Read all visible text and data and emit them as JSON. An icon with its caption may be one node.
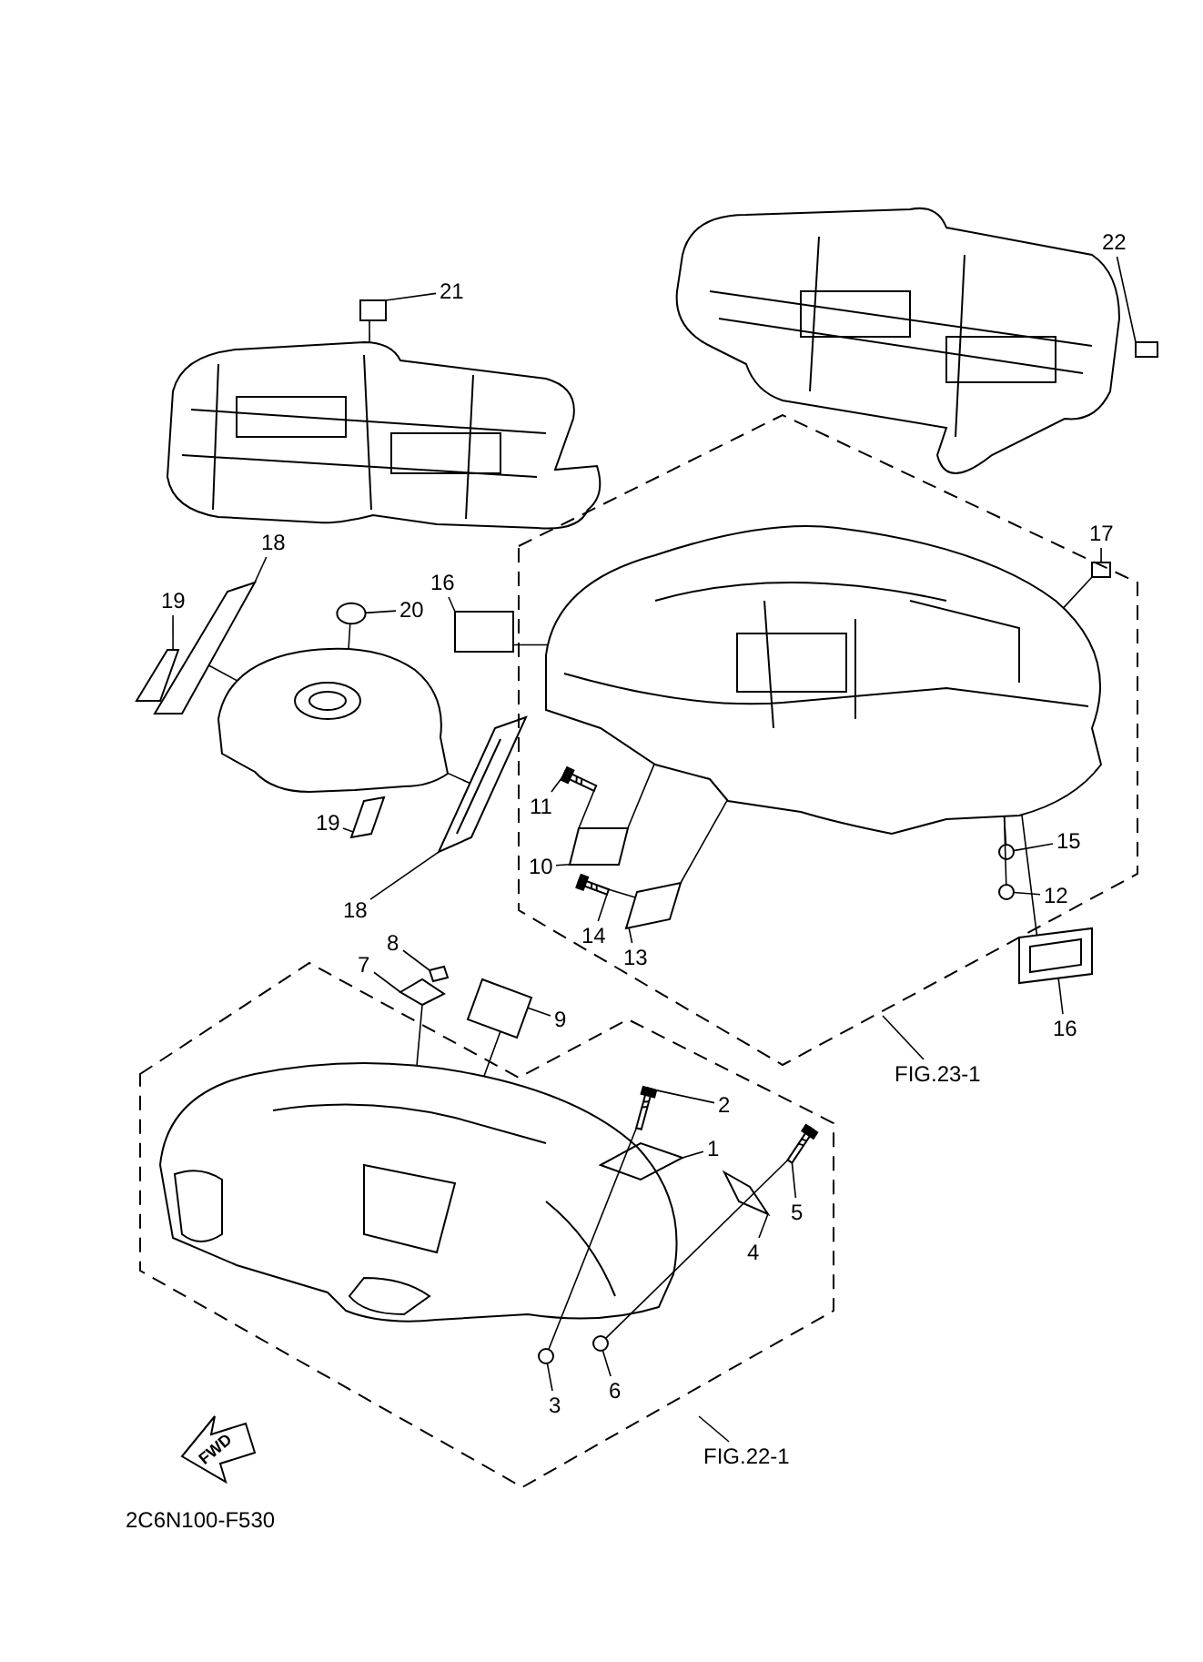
{
  "diagram": {
    "nodes": [
      {
        "text": [
          "21"
        ]
      },
      {
        "text": [
          "22"
        ]
      },
      {
        "text": [
          "18"
        ]
      },
      {
        "text": [
          "19"
        ]
      },
      {
        "text": [
          "20"
        ]
      },
      {
        "text": [
          "16"
        ]
      },
      {
        "text": [
          "17"
        ]
      },
      {
        "text": [
          "11"
        ]
      },
      {
        "text": [
          "10"
        ]
      },
      {
        "text": [
          "14"
        ]
      },
      {
        "text": [
          "13"
        ]
      },
      {
        "text": [
          "15"
        ]
      },
      {
        "text": [
          "12"
        ]
      },
      {
        "text": [
          "19"
        ]
      },
      {
        "text": [
          "18"
        ]
      },
      {
        "text": [
          "16"
        ]
      },
      {
        "text": [
          "FIG.23-1"
        ]
      },
      {
        "text": [
          "8"
        ]
      },
      {
        "text": [
          "7"
        ]
      },
      {
        "text": [
          "9"
        ]
      },
      {
        "text": [
          "2"
        ]
      },
      {
        "text": [
          "1"
        ]
      },
      {
        "text": [
          "5"
        ]
      },
      {
        "text": [
          "4"
        ]
      },
      {
        "text": [
          "3"
        ]
      },
      {
        "text": [
          "6"
        ]
      },
      {
        "text": [
          "FIG.22-1"
        ]
      },
      {
        "text": [],
        "shape": "box"
      },
      {
        "text": [],
        "shape": "box"
      },
      {
        "text": [],
        "shape": "picture"
      },
      {
        "text": [],
        "shape": "picture"
      },
      {
        "text": [],
        "shape": "circle"
      },
      {
        "text": [],
        "shape": "box"
      },
      {
        "text": [],
        "shape": "box"
      },
      {
        "text": [],
        "shape": "picture"
      },
      {
        "text": [],
        "shape": "picture"
      },
      {
        "text": [],
        "shape": "picture"
      },
      {
        "text": [],
        "shape": "picture"
      },
      {
        "text": [],
        "shape": "circle"
      },
      {
        "text": [],
        "shape": "circle"
      },
      {
        "text": [],
        "shape": "picture"
      },
      {
        "text": [],
        "shape": "picture"
      },
      {
        "text": [],
        "shape": "picture"
      },
      {
        "text": [],
        "shape": "picture"
      },
      {
        "text": [],
        "shape": "picture"
      },
      {
        "text": [],
        "shape": "picture"
      },
      {
        "text": [],
        "shape": "picture"
      },
      {
        "text": [],
        "shape": "picture"
      },
      {
        "text": [],
        "shape": "picture"
      },
      {
        "text": [],
        "shape": "picture"
      },
      {
        "text": [],
        "shape": "circle"
      },
      {
        "text": [],
        "shape": "circle"
      },
      {
        "text": [],
        "shape": "picture"
      },
      {
        "text": [],
        "shape": "picture"
      },
      {
        "text": [],
        "shape": "picture"
      },
      {
        "text": [],
        "shape": "picture"
      },
      {
        "text": [],
        "shape": "picture"
      }
    ],
    "edges": [
      {
        "from": 0,
        "to": 27,
        "arrow": "none"
      },
      {
        "from": 1,
        "to": 28,
        "arrow": "none"
      },
      {
        "from": 2,
        "to": 29,
        "arrow": "none"
      },
      {
        "from": 3,
        "to": 30,
        "arrow": "none"
      },
      {
        "from": 4,
        "to": 31,
        "arrow": "none"
      },
      {
        "from": 5,
        "to": 32,
        "arrow": "none"
      },
      {
        "from": 6,
        "to": 33,
        "arrow": "none"
      },
      {
        "from": 7,
        "to": 34,
        "arrow": "none"
      },
      {
        "from": 8,
        "to": 35,
        "arrow": "none"
      },
      {
        "from": 9,
        "to": 36,
        "arrow": "none"
      },
      {
        "from": 10,
        "to": 37,
        "arrow": "none"
      },
      {
        "from": 11,
        "to": 38,
        "arrow": "none"
      },
      {
        "from": 12,
        "to": 39,
        "arrow": "none"
      },
      {
        "from": 13,
        "to": 40,
        "arrow": "none"
      },
      {
        "from": 14,
        "to": 41,
        "arrow": "none"
      },
      {
        "from": 15,
        "to": 42,
        "arrow": "none"
      },
      {
        "from": 16,
        "to": null,
        "arrow": "none"
      },
      {
        "from": 17,
        "to": 43,
        "arrow": "none"
      },
      {
        "from": 18,
        "to": 44,
        "arrow": "none"
      },
      {
        "from": 19,
        "to": 45,
        "arrow": "none"
      },
      {
        "from": 20,
        "to": 46,
        "arrow": "none"
      },
      {
        "from": 21,
        "to": 47,
        "arrow": "none"
      },
      {
        "from": 22,
        "to": 48,
        "arrow": "none"
      },
      {
        "from": 23,
        "to": 49,
        "arrow": "none"
      },
      {
        "from": 24,
        "to": 50,
        "arrow": "none"
      },
      {
        "from": 25,
        "to": 51,
        "arrow": "none"
      },
      {
        "from": 26,
        "to": null,
        "arrow": "none"
      },
      {
        "from": 27,
        "to": 52,
        "arrow": "none"
      },
      {
        "from": 29,
        "to": 55,
        "arrow": "none"
      },
      {
        "from": 31,
        "to": 55,
        "arrow": "none"
      },
      {
        "from": 32,
        "to": 54,
        "arrow": "none"
      },
      {
        "from": 33,
        "to": 54,
        "arrow": "none"
      },
      {
        "from": 34,
        "to": 35,
        "arrow": "none"
      },
      {
        "from": 35,
        "to": 54,
        "arrow": "none"
      },
      {
        "from": 36,
        "to": 37,
        "arrow": "none"
      },
      {
        "from": 37,
        "to": 54,
        "arrow": "none"
      },
      {
        "from": 38,
        "to": 54,
        "arrow": "none"
      },
      {
        "from": 39,
        "to": 54,
        "arrow": "none"
      },
      {
        "from": 42,
        "to": 54,
        "arrow": "none"
      },
      {
        "from": 41,
        "to": 55,
        "arrow": "none"
      },
      {
        "from": 44,
        "to": 56,
        "arrow": "none"
      },
      {
        "from": 45,
        "to": 56,
        "arrow": "none"
      },
      {
        "from": 46,
        "to": 50,
        "arrow": "none"
      },
      {
        "from": 48,
        "to": 51,
        "arrow": "none"
      }
    ],
    "labels": [
      "FWD",
      "2C6N100-F530"
    ]
  }
}
